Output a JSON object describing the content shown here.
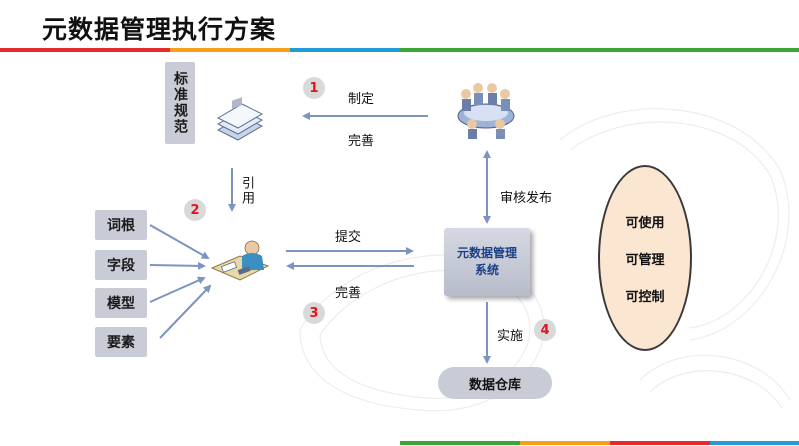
{
  "title": "元数据管理执行方案",
  "colors": {
    "rule": [
      "#e52b2b",
      "#f6a01a",
      "#1f9bd7",
      "#3aa535",
      "#f6a01a",
      "#1f9bd7"
    ],
    "grey_box": "#c9ccd6",
    "step_number": "#e0141e",
    "arrow": "#7d93c0",
    "oval_fill": "#fbe6d2"
  },
  "standard_box": {
    "label": "标准规范"
  },
  "steps": [
    "1",
    "2",
    "3",
    "4"
  ],
  "labels": {
    "formulate": "制定",
    "improve_top": "完善",
    "reference": "引用",
    "submit": "提交",
    "improve_mid": "完善",
    "review_publish": "审核发布",
    "implement": "实施"
  },
  "inputs": [
    "词根",
    "字段",
    "模型",
    "要素"
  ],
  "system_box": {
    "line1": "元数据管理",
    "line2": "系统"
  },
  "warehouse": {
    "label": "数据仓库"
  },
  "outcomes": [
    "可使用",
    "可管理",
    "可控制"
  ],
  "icons": [
    "document-stack-icon",
    "meeting-people-icon",
    "person-desk-icon"
  ]
}
